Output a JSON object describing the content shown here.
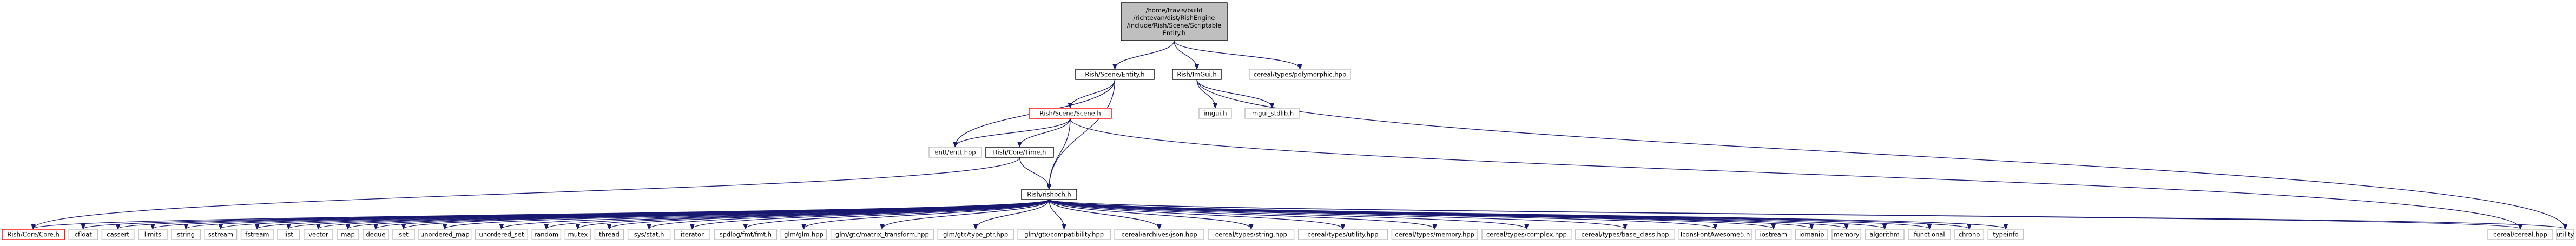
{
  "diagram": {
    "title": "",
    "colors": {
      "edge": "#191970",
      "root_fill": "#bfbfbf",
      "default_border": "#bfbfbf",
      "main_border": "#000000",
      "red_border": "#ff0000"
    },
    "nodes": [
      {
        "id": "root",
        "lines": [
          "/home/travis/build",
          "/richtevan/dist/RishEngine",
          "/include/Rish/Scene/Scriptable",
          "Entity.h"
        ],
        "style": "root"
      },
      {
        "id": "entity",
        "lines": [
          "Rish/Scene/Entity.h"
        ],
        "style": "main"
      },
      {
        "id": "imgui_h",
        "lines": [
          "Rish/ImGui.h"
        ],
        "style": "main"
      },
      {
        "id": "polymorphic",
        "lines": [
          "cereal/types/polymorphic.hpp"
        ],
        "style": "plain"
      },
      {
        "id": "scene",
        "lines": [
          "Rish/Scene/Scene.h"
        ],
        "style": "red"
      },
      {
        "id": "imgui",
        "lines": [
          "imgui.h"
        ],
        "style": "plain"
      },
      {
        "id": "imgui_stdlib",
        "lines": [
          "imgui_stdlib.h"
        ],
        "style": "plain"
      },
      {
        "id": "entt",
        "lines": [
          "entt/entt.hpp"
        ],
        "style": "plain"
      },
      {
        "id": "coretime",
        "lines": [
          "Rish/Core/Time.h"
        ],
        "style": "main"
      },
      {
        "id": "rishpch",
        "lines": [
          "Rish/rishpch.h"
        ],
        "style": "main"
      },
      {
        "id": "core",
        "lines": [
          "Rish/Core/Core.h"
        ],
        "style": "red"
      },
      {
        "id": "cfloat",
        "lines": [
          "cfloat"
        ],
        "style": "plain"
      },
      {
        "id": "cassert",
        "lines": [
          "cassert"
        ],
        "style": "plain"
      },
      {
        "id": "limits",
        "lines": [
          "limits"
        ],
        "style": "plain"
      },
      {
        "id": "string",
        "lines": [
          "string"
        ],
        "style": "plain"
      },
      {
        "id": "sstream",
        "lines": [
          "sstream"
        ],
        "style": "plain"
      },
      {
        "id": "fstream",
        "lines": [
          "fstream"
        ],
        "style": "plain"
      },
      {
        "id": "list",
        "lines": [
          "list"
        ],
        "style": "plain"
      },
      {
        "id": "vector",
        "lines": [
          "vector"
        ],
        "style": "plain"
      },
      {
        "id": "map",
        "lines": [
          "map"
        ],
        "style": "plain"
      },
      {
        "id": "deque",
        "lines": [
          "deque"
        ],
        "style": "plain"
      },
      {
        "id": "set",
        "lines": [
          "set"
        ],
        "style": "plain"
      },
      {
        "id": "unordered_map",
        "lines": [
          "unordered_map"
        ],
        "style": "plain"
      },
      {
        "id": "unordered_set",
        "lines": [
          "unordered_set"
        ],
        "style": "plain"
      },
      {
        "id": "random",
        "lines": [
          "random"
        ],
        "style": "plain"
      },
      {
        "id": "mutex",
        "lines": [
          "mutex"
        ],
        "style": "plain"
      },
      {
        "id": "thread",
        "lines": [
          "thread"
        ],
        "style": "plain"
      },
      {
        "id": "sys_stat",
        "lines": [
          "sys/stat.h"
        ],
        "style": "plain"
      },
      {
        "id": "iterator",
        "lines": [
          "iterator"
        ],
        "style": "plain"
      },
      {
        "id": "spdlog",
        "lines": [
          "spdlog/fmt/fmt.h"
        ],
        "style": "plain"
      },
      {
        "id": "glm",
        "lines": [
          "glm/glm.hpp"
        ],
        "style": "plain"
      },
      {
        "id": "glm_mt",
        "lines": [
          "glm/gtc/matrix_transform.hpp"
        ],
        "style": "plain"
      },
      {
        "id": "glm_tp",
        "lines": [
          "glm/gtc/type_ptr.hpp"
        ],
        "style": "plain"
      },
      {
        "id": "glm_compat",
        "lines": [
          "glm/gtx/compatibility.hpp"
        ],
        "style": "plain"
      },
      {
        "id": "cereal_json",
        "lines": [
          "cereal/archives/json.hpp"
        ],
        "style": "plain"
      },
      {
        "id": "cereal_string",
        "lines": [
          "cereal/types/string.hpp"
        ],
        "style": "plain"
      },
      {
        "id": "cereal_utility",
        "lines": [
          "cereal/types/utility.hpp"
        ],
        "style": "plain"
      },
      {
        "id": "cereal_memory",
        "lines": [
          "cereal/types/memory.hpp"
        ],
        "style": "plain"
      },
      {
        "id": "cereal_complex",
        "lines": [
          "cereal/types/complex.hpp"
        ],
        "style": "plain"
      },
      {
        "id": "cereal_base_class",
        "lines": [
          "cereal/types/base_class.hpp"
        ],
        "style": "plain"
      },
      {
        "id": "iconsfa5",
        "lines": [
          "IconsFontAwesome5.h"
        ],
        "style": "plain"
      },
      {
        "id": "iostream",
        "lines": [
          "iostream"
        ],
        "style": "plain"
      },
      {
        "id": "iomanip",
        "lines": [
          "iomanip"
        ],
        "style": "plain"
      },
      {
        "id": "memory",
        "lines": [
          "memory"
        ],
        "style": "plain"
      },
      {
        "id": "algorithm",
        "lines": [
          "algorithm"
        ],
        "style": "plain"
      },
      {
        "id": "functional",
        "lines": [
          "functional"
        ],
        "style": "plain"
      },
      {
        "id": "chrono",
        "lines": [
          "chrono"
        ],
        "style": "plain"
      },
      {
        "id": "typeinfo",
        "lines": [
          "typeinfo"
        ],
        "style": "plain"
      },
      {
        "id": "cereal_hpp",
        "lines": [
          "cereal/cereal.hpp"
        ],
        "style": "plain"
      },
      {
        "id": "utility",
        "lines": [
          "utility"
        ],
        "style": "plain"
      }
    ],
    "edges": [
      [
        "root",
        "entity"
      ],
      [
        "root",
        "imgui_h"
      ],
      [
        "root",
        "polymorphic"
      ],
      [
        "entity",
        "scene"
      ],
      [
        "entity",
        "entt"
      ],
      [
        "entity",
        "rishpch"
      ],
      [
        "imgui_h",
        "imgui"
      ],
      [
        "imgui_h",
        "imgui_stdlib"
      ],
      [
        "imgui_h",
        "utility"
      ],
      [
        "scene",
        "entt"
      ],
      [
        "scene",
        "coretime"
      ],
      [
        "scene",
        "rishpch"
      ],
      [
        "scene",
        "cereal_hpp"
      ],
      [
        "coretime",
        "rishpch"
      ],
      [
        "coretime",
        "core"
      ],
      [
        "rishpch",
        "core"
      ],
      [
        "rishpch",
        "cfloat"
      ],
      [
        "rishpch",
        "cassert"
      ],
      [
        "rishpch",
        "limits"
      ],
      [
        "rishpch",
        "string"
      ],
      [
        "rishpch",
        "sstream"
      ],
      [
        "rishpch",
        "fstream"
      ],
      [
        "rishpch",
        "list"
      ],
      [
        "rishpch",
        "vector"
      ],
      [
        "rishpch",
        "map"
      ],
      [
        "rishpch",
        "deque"
      ],
      [
        "rishpch",
        "set"
      ],
      [
        "rishpch",
        "unordered_map"
      ],
      [
        "rishpch",
        "unordered_set"
      ],
      [
        "rishpch",
        "random"
      ],
      [
        "rishpch",
        "mutex"
      ],
      [
        "rishpch",
        "thread"
      ],
      [
        "rishpch",
        "sys_stat"
      ],
      [
        "rishpch",
        "iterator"
      ],
      [
        "rishpch",
        "spdlog"
      ],
      [
        "rishpch",
        "glm"
      ],
      [
        "rishpch",
        "glm_mt"
      ],
      [
        "rishpch",
        "glm_tp"
      ],
      [
        "rishpch",
        "glm_compat"
      ],
      [
        "rishpch",
        "cereal_json"
      ],
      [
        "rishpch",
        "cereal_string"
      ],
      [
        "rishpch",
        "cereal_utility"
      ],
      [
        "rishpch",
        "cereal_memory"
      ],
      [
        "rishpch",
        "cereal_complex"
      ],
      [
        "rishpch",
        "cereal_base_class"
      ],
      [
        "rishpch",
        "iconsfa5"
      ],
      [
        "rishpch",
        "iostream"
      ],
      [
        "rishpch",
        "iomanip"
      ],
      [
        "rishpch",
        "memory"
      ],
      [
        "rishpch",
        "algorithm"
      ],
      [
        "rishpch",
        "functional"
      ],
      [
        "rishpch",
        "chrono"
      ],
      [
        "rishpch",
        "typeinfo"
      ],
      [
        "rishpch",
        "cereal_hpp"
      ],
      [
        "rishpch",
        "utility"
      ]
    ]
  }
}
